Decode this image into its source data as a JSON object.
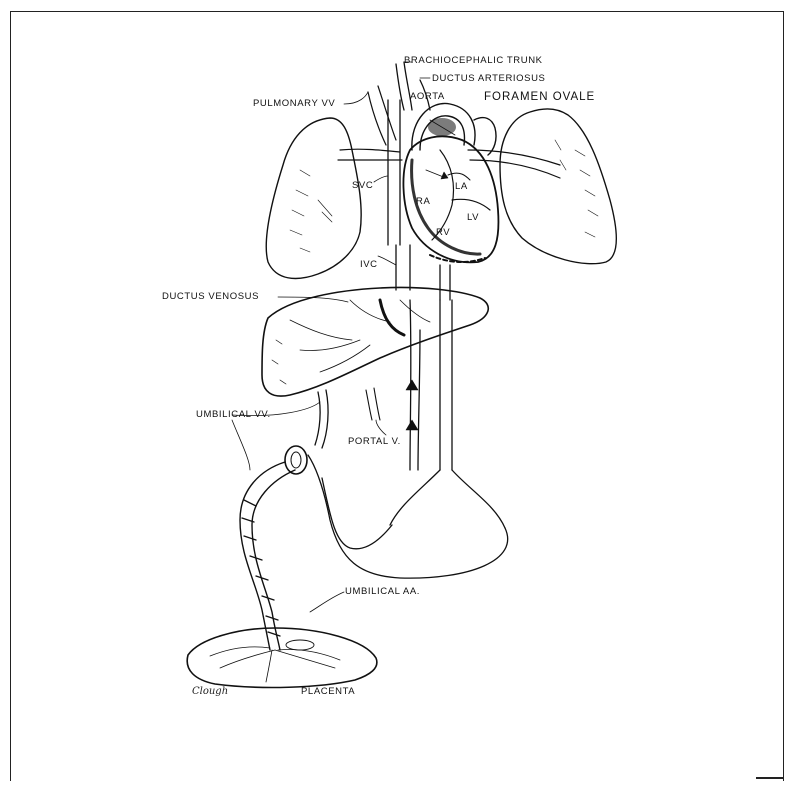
{
  "labels": {
    "brachiocephalic_trunk": "BRACHIOCEPHALIC TRUNK",
    "ductus_arteriosus": "DUCTUS ARTERIOSUS",
    "aorta": "AORTA",
    "foramen_ovale": "FORAMEN OVALE",
    "pulmonary_vv": "PULMONARY VV",
    "svc": "SVC",
    "ra": "RA",
    "la": "LA",
    "lv": "LV",
    "rv": "RV",
    "ivc": "IVC",
    "ductus_venosus": "DUCTUS VENOSUS",
    "umbilical_vv": "UMBILICAL VV.",
    "portal_v": "PORTAL V.",
    "umbilical_aa": "UMBILICAL AA.",
    "placenta": "PLACENTA"
  },
  "signature": "Clough"
}
